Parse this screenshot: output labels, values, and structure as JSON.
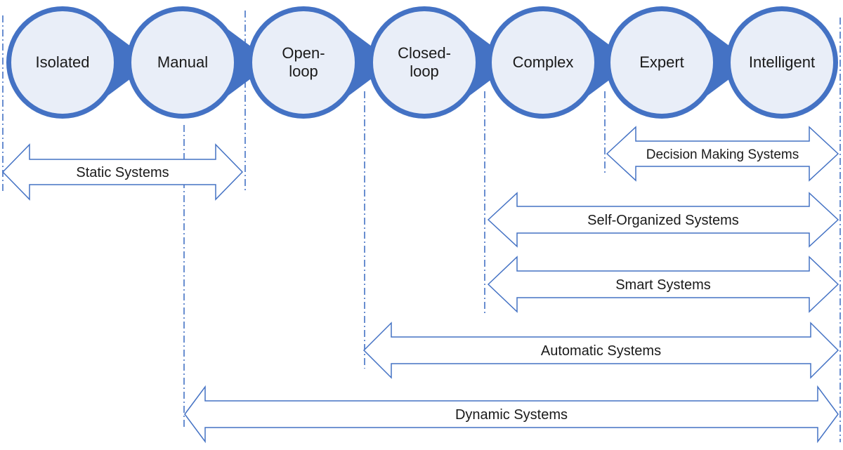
{
  "stages": [
    {
      "id": "isolated",
      "label": "Isolated"
    },
    {
      "id": "manual",
      "label": "Manual"
    },
    {
      "id": "open-loop",
      "label": "Open-\nloop"
    },
    {
      "id": "closed-loop",
      "label": "Closed-\nloop"
    },
    {
      "id": "complex",
      "label": "Complex"
    },
    {
      "id": "expert",
      "label": "Expert"
    },
    {
      "id": "intelligent",
      "label": "Intelligent"
    }
  ],
  "ranges": [
    {
      "id": "static-systems",
      "label": "Static Systems",
      "from": "isolated",
      "to": "manual"
    },
    {
      "id": "decision-making-systems",
      "label": "Decision Making Systems",
      "from": "expert",
      "to": "intelligent"
    },
    {
      "id": "self-organized-systems",
      "label": "Self-Organized  Systems",
      "from": "complex",
      "to": "intelligent"
    },
    {
      "id": "smart-systems",
      "label": "Smart Systems",
      "from": "complex",
      "to": "intelligent"
    },
    {
      "id": "automatic-systems",
      "label": "Automatic Systems",
      "from": "closed-loop",
      "to": "intelligent"
    },
    {
      "id": "dynamic-systems",
      "label": "Dynamic Systems",
      "from": "manual",
      "to": "intelligent"
    }
  ],
  "colors": {
    "circle_fill": "#e9eef8",
    "circle_stroke": "#4472c4",
    "connector": "#4472c4",
    "arrow_fill": "#ffffff",
    "arrow_stroke": "#4472c4",
    "guide_line": "#4472c4",
    "text": "#1a1a1a"
  }
}
